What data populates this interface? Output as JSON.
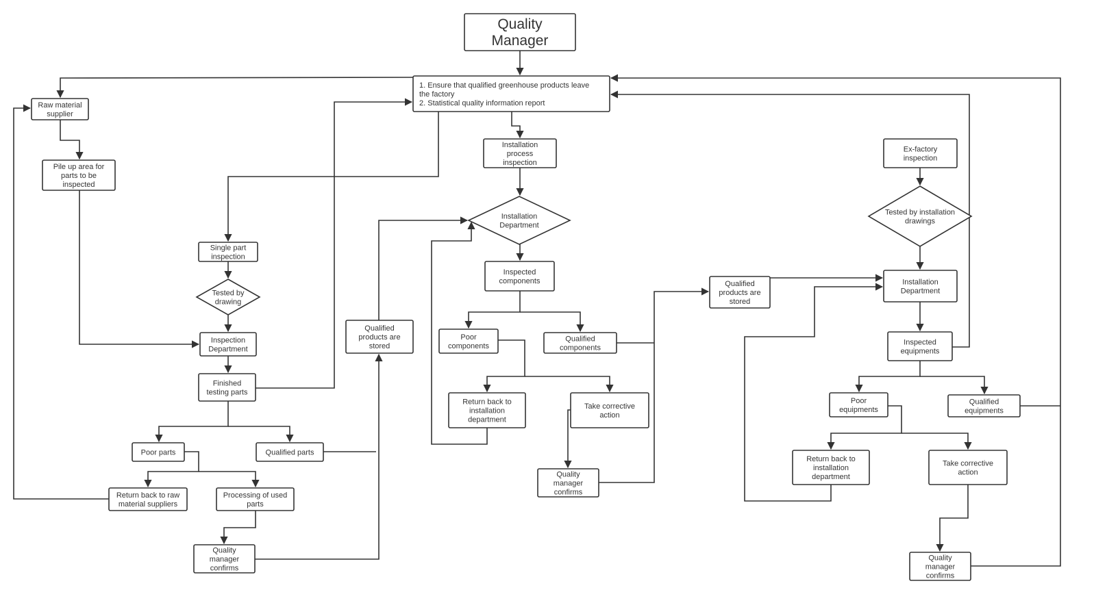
{
  "diagram": {
    "line_color": "#333333",
    "nodes": [
      {
        "id": "quality-manager",
        "shape": "rect",
        "lines": [
          "Quality",
          "Manager"
        ],
        "style": "title"
      },
      {
        "id": "ensure",
        "shape": "rect",
        "align": "left",
        "lines": [
          "1. Ensure that qualified greenhouse products leave",
          "the factory",
          "2. Statistical quality information report"
        ]
      },
      {
        "id": "raw-material-supplier",
        "shape": "rect",
        "lines": [
          "Raw material",
          "supplier"
        ]
      },
      {
        "id": "pile-up-area",
        "shape": "rect",
        "lines": [
          "Pile up area for",
          "parts to be",
          "inspected"
        ]
      },
      {
        "id": "single-part-inspection",
        "shape": "rect",
        "lines": [
          "Single part",
          "inspection"
        ]
      },
      {
        "id": "tested-by-drawing",
        "shape": "diamond",
        "lines": [
          "Tested by",
          "drawing"
        ]
      },
      {
        "id": "inspection-department",
        "shape": "rect",
        "lines": [
          "Inspection",
          "Department"
        ]
      },
      {
        "id": "finished-testing-parts",
        "shape": "rect",
        "lines": [
          "Finished",
          "testing parts"
        ]
      },
      {
        "id": "poor-parts",
        "shape": "rect",
        "lines": [
          "Poor parts"
        ]
      },
      {
        "id": "qualified-parts",
        "shape": "rect",
        "lines": [
          "Qualified parts"
        ]
      },
      {
        "id": "return-to-raw-suppliers",
        "shape": "rect",
        "lines": [
          "Return back to raw",
          "material suppliers"
        ]
      },
      {
        "id": "processing-used-parts",
        "shape": "rect",
        "lines": [
          "Processing of used",
          "parts"
        ]
      },
      {
        "id": "qm-confirms-1",
        "shape": "rect",
        "lines": [
          "Quality",
          "manager",
          "confirms"
        ]
      },
      {
        "id": "qualified-stored-1",
        "shape": "rect",
        "lines": [
          "Qualified",
          "products are",
          "stored"
        ]
      },
      {
        "id": "installation-process-inspection",
        "shape": "rect",
        "lines": [
          "Installation",
          "process",
          "inspection"
        ]
      },
      {
        "id": "installation-department-1",
        "shape": "diamond",
        "lines": [
          "Installation",
          "Department"
        ]
      },
      {
        "id": "inspected-components",
        "shape": "rect",
        "lines": [
          "Inspected",
          "components"
        ]
      },
      {
        "id": "poor-components",
        "shape": "rect",
        "lines": [
          "Poor",
          "components"
        ]
      },
      {
        "id": "qualified-components",
        "shape": "rect",
        "lines": [
          "Qualified",
          "components"
        ]
      },
      {
        "id": "return-to-installation-1",
        "shape": "rect",
        "lines": [
          "Return back to",
          "installation",
          "department"
        ]
      },
      {
        "id": "corrective-action-1",
        "shape": "rect",
        "lines": [
          "Take corrective",
          "action"
        ]
      },
      {
        "id": "qm-confirms-2",
        "shape": "rect",
        "lines": [
          "Quality",
          "manager",
          "confirms"
        ]
      },
      {
        "id": "qualified-stored-2",
        "shape": "rect",
        "lines": [
          "Qualified",
          "products are",
          "stored"
        ]
      },
      {
        "id": "ex-factory-inspection",
        "shape": "rect",
        "lines": [
          "Ex-factory",
          "inspection"
        ]
      },
      {
        "id": "tested-by-installation-drawings",
        "shape": "diamond",
        "lines": [
          "Tested by installation",
          "drawings"
        ]
      },
      {
        "id": "installation-department-2",
        "shape": "rect",
        "lines": [
          "Installation",
          "Department"
        ]
      },
      {
        "id": "inspected-equipments",
        "shape": "rect",
        "lines": [
          "Inspected",
          "equipments"
        ]
      },
      {
        "id": "poor-equipments",
        "shape": "rect",
        "lines": [
          "Poor",
          "equipments"
        ]
      },
      {
        "id": "qualified-equipments",
        "shape": "rect",
        "lines": [
          "Qualified",
          "equipments"
        ]
      },
      {
        "id": "return-to-installation-2",
        "shape": "rect",
        "lines": [
          "Return back to",
          "installation",
          "department"
        ]
      },
      {
        "id": "corrective-action-2",
        "shape": "rect",
        "lines": [
          "Take corrective",
          "action"
        ]
      },
      {
        "id": "qm-confirms-3",
        "shape": "rect",
        "lines": [
          "Quality",
          "manager",
          "confirms"
        ]
      }
    ],
    "edges": [
      {
        "from": "quality-manager",
        "to": "ensure"
      },
      {
        "from": "ensure",
        "to": "raw-material-supplier"
      },
      {
        "from": "raw-material-supplier",
        "to": "pile-up-area"
      },
      {
        "from": "pile-up-area",
        "to": "inspection-department"
      },
      {
        "from": "ensure",
        "to": "single-part-inspection"
      },
      {
        "from": "single-part-inspection",
        "to": "tested-by-drawing"
      },
      {
        "from": "tested-by-drawing",
        "to": "inspection-department"
      },
      {
        "from": "inspection-department",
        "to": "finished-testing-parts"
      },
      {
        "from": "finished-testing-parts",
        "to": "ensure"
      },
      {
        "from": "finished-testing-parts",
        "to": "poor-parts"
      },
      {
        "from": "finished-testing-parts",
        "to": "qualified-parts"
      },
      {
        "from": "poor-parts",
        "to": "return-to-raw-suppliers"
      },
      {
        "from": "poor-parts",
        "to": "processing-used-parts"
      },
      {
        "from": "return-to-raw-suppliers",
        "to": "raw-material-supplier"
      },
      {
        "from": "processing-used-parts",
        "to": "qm-confirms-1"
      },
      {
        "from": "qm-confirms-1",
        "to": "qualified-stored-1"
      },
      {
        "from": "qualified-parts",
        "to": "qualified-stored-1"
      },
      {
        "from": "qualified-stored-1",
        "to": "installation-department-1"
      },
      {
        "from": "ensure",
        "to": "installation-process-inspection"
      },
      {
        "from": "installation-process-inspection",
        "to": "installation-department-1"
      },
      {
        "from": "installation-department-1",
        "to": "inspected-components"
      },
      {
        "from": "inspected-components",
        "to": "poor-components"
      },
      {
        "from": "inspected-components",
        "to": "qualified-components"
      },
      {
        "from": "poor-components",
        "to": "return-to-installation-1"
      },
      {
        "from": "poor-components",
        "to": "corrective-action-1"
      },
      {
        "from": "return-to-installation-1",
        "to": "installation-department-1"
      },
      {
        "from": "corrective-action-1",
        "to": "qm-confirms-2"
      },
      {
        "from": "qm-confirms-2",
        "to": "qualified-stored-2"
      },
      {
        "from": "qualified-components",
        "to": "qualified-stored-2"
      },
      {
        "from": "qualified-stored-2",
        "to": "installation-department-2"
      },
      {
        "from": "ex-factory-inspection",
        "to": "tested-by-installation-drawings"
      },
      {
        "from": "tested-by-installation-drawings",
        "to": "installation-department-2"
      },
      {
        "from": "installation-department-2",
        "to": "inspected-equipments"
      },
      {
        "from": "inspected-equipments",
        "to": "ensure"
      },
      {
        "from": "inspected-equipments",
        "to": "poor-equipments"
      },
      {
        "from": "inspected-equipments",
        "to": "qualified-equipments"
      },
      {
        "from": "poor-equipments",
        "to": "return-to-installation-2"
      },
      {
        "from": "poor-equipments",
        "to": "corrective-action-2"
      },
      {
        "from": "return-to-installation-2",
        "to": "installation-department-2"
      },
      {
        "from": "corrective-action-2",
        "to": "qm-confirms-3"
      },
      {
        "from": "qm-confirms-3",
        "to": "ensure"
      },
      {
        "from": "qualified-equipments",
        "to": "ensure"
      }
    ]
  }
}
